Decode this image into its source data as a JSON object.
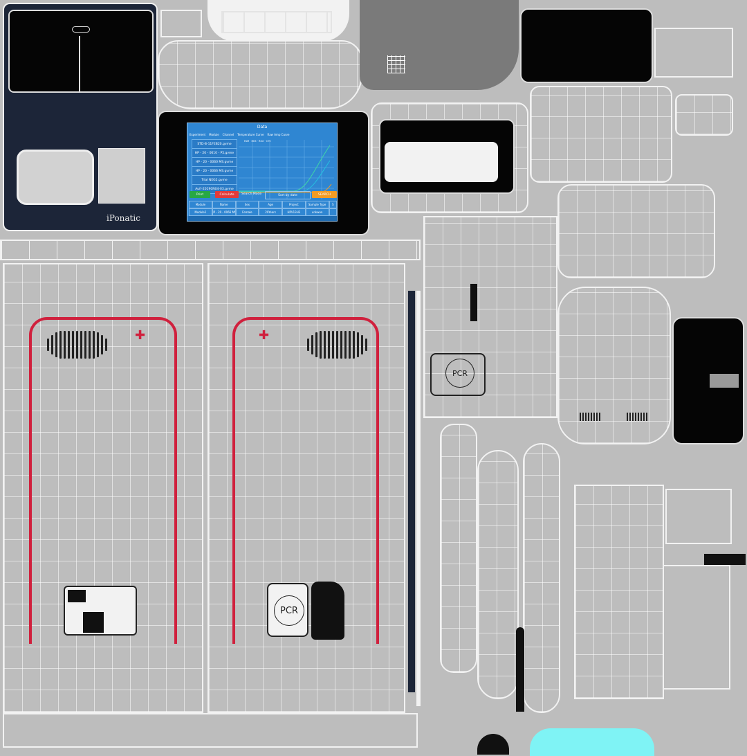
{
  "brand": {
    "name": "iPonatic"
  },
  "label": {
    "pcr_top": "PCR",
    "pcr_bottom": "PCR"
  },
  "screen": {
    "title": "Data",
    "menu": [
      "Experiment",
      "Module",
      "Channel",
      "Temperature Curve",
      "Raw Amp Curve"
    ],
    "files": [
      "STD-B-11FEB20.gvme",
      "HP - 20 - 0010 - P5.gvme",
      "HP - 20 - 0060 MS.gvme",
      "HP - 20 - 0066 MS.gvme",
      "Trial NEG2.gvme",
      "Aufr-20190N04-03.gvme"
    ],
    "legend": "FAM · HEX · ROX · CY5",
    "buttons": {
      "print": "Print",
      "calculate": "Calculate",
      "search": "SEARCH"
    },
    "search_mode_label": "Search Mode",
    "sort_value": "Sort by date",
    "table_headers": [
      "Module",
      "Name",
      "Sex",
      "Age",
      "Project",
      "Sample Type",
      "S"
    ],
    "table_rows": [
      [
        "Module1",
        "HP - 20 - 0066 MS",
        "Female",
        "20Years",
        "HPV13H3",
        "unkwon",
        ""
      ]
    ],
    "colors": {
      "print": "#27a844",
      "calculate": "#e23b3b",
      "search": "#f29b24",
      "panel": "#2f86d2"
    }
  },
  "icons": [
    "vent-grille-icon",
    "medical-cross-icon",
    "pcr-badge-icon",
    "speaker-grille-icon"
  ]
}
